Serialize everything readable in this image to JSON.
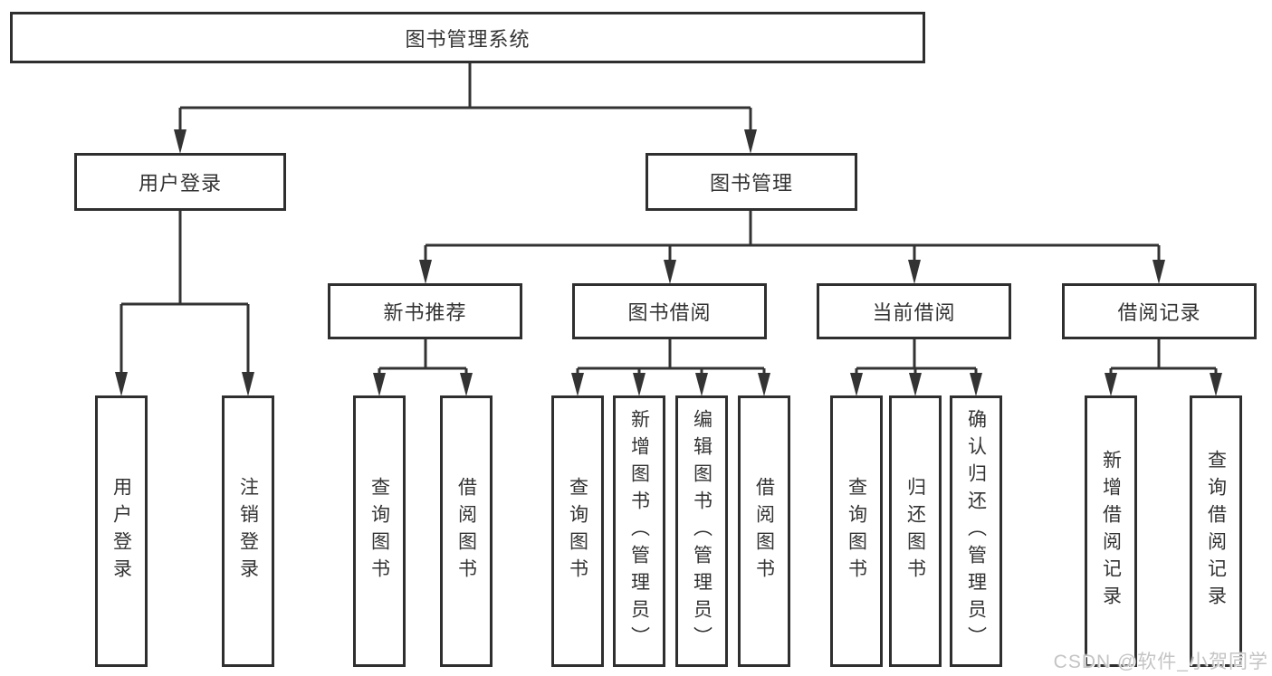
{
  "root_label": "图书管理系统",
  "level2": {
    "user_login": "用户登录",
    "book_management": "图书管理"
  },
  "level3": {
    "new_books": "新书推荐",
    "book_borrow": "图书借阅",
    "current_borrow": "当前借阅",
    "borrow_records": "借阅记录"
  },
  "leaves": {
    "user_login": [
      "用户登录",
      "注销登录"
    ],
    "new_books": [
      "查询图书",
      "借阅图书"
    ],
    "book_borrow": [
      "查询图书",
      "新增图书（管理员）",
      "编辑图书（管理员）",
      "借阅图书"
    ],
    "current_borrow": [
      "查询图书",
      "归还图书",
      "确认归还（管理员）"
    ],
    "borrow_records": [
      "新增借阅记录",
      "查询借阅记录"
    ]
  },
  "watermark": "CSDN @软件_小贺同学",
  "colors": {
    "line": "#333333",
    "box_border": "#2f2f2f",
    "text": "#333333",
    "watermark": "#c4c4c4",
    "background": "#ffffff"
  }
}
